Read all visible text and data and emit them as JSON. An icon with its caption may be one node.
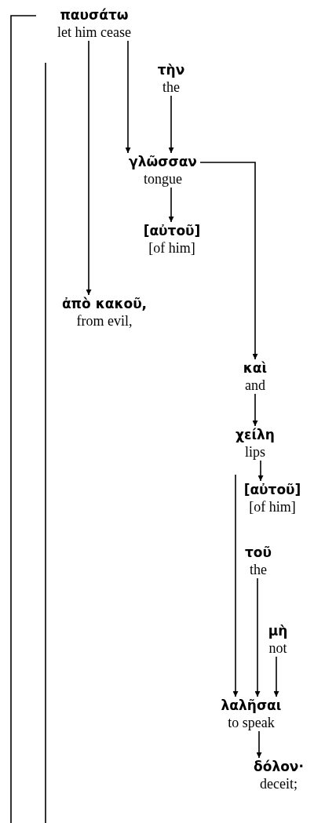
{
  "diagram": {
    "nodes": [
      {
        "text": [
          "παυσάτω",
          "let him cease"
        ]
      },
      {
        "text": [
          "τὴν",
          "the"
        ]
      },
      {
        "text": [
          "γλῶσσαν",
          "tongue"
        ]
      },
      {
        "text": [
          "[αὐτοῦ]",
          "[of him]"
        ]
      },
      {
        "text": [
          "ἀπὸ κακοῦ,",
          "from evil,"
        ]
      },
      {
        "text": [
          "καὶ",
          "and"
        ]
      },
      {
        "text": [
          "χείλη",
          "lips"
        ]
      },
      {
        "text": [
          "[αὐτοῦ]",
          "[of him]"
        ]
      },
      {
        "text": [
          "τοῦ",
          "the"
        ]
      },
      {
        "text": [
          "μὴ",
          "not"
        ]
      },
      {
        "text": [
          "λαλῆσαι",
          "to speak"
        ]
      },
      {
        "text": [
          "δόλον·",
          "deceit;"
        ]
      }
    ],
    "edges": [
      {
        "from": 0,
        "to": null,
        "arrow": "none"
      },
      {
        "from": 0,
        "to": null,
        "arrow": "none"
      },
      {
        "from": 0,
        "to": 4,
        "arrow": "to"
      },
      {
        "from": 0,
        "to": 2,
        "arrow": "to"
      },
      {
        "from": 1,
        "to": 2,
        "arrow": "to"
      },
      {
        "from": 2,
        "to": 3,
        "arrow": "to"
      },
      {
        "from": 2,
        "to": 5,
        "arrow": "to"
      },
      {
        "from": 5,
        "to": 6,
        "arrow": "to"
      },
      {
        "from": 6,
        "to": 7,
        "arrow": "to"
      },
      {
        "from": 6,
        "to": 10,
        "arrow": "to"
      },
      {
        "from": 8,
        "to": 10,
        "arrow": "to"
      },
      {
        "from": 9,
        "to": 10,
        "arrow": "to"
      },
      {
        "from": 10,
        "to": 11,
        "arrow": "to"
      }
    ]
  }
}
